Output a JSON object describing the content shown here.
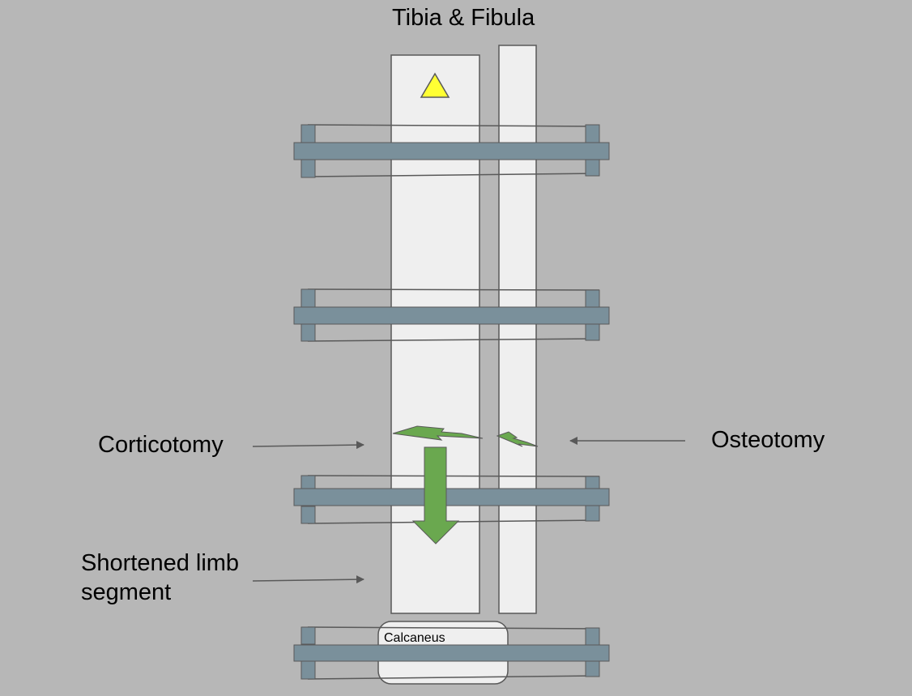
{
  "title": "Tibia & Fibula",
  "labels": {
    "corticotomy": "Corticotomy",
    "osteotomy": "Osteotomy",
    "shortened_line1": "Shortened limb",
    "shortened_line2": "segment",
    "calcaneus": "Calcaneus"
  },
  "colors": {
    "background": "#b7b7b7",
    "bone_fill": "#efefef",
    "outline": "#595959",
    "fixator_bar": "#7a909b",
    "osteotomy_mark": "#6aa84f",
    "distraction_arrow": "#6aa84f",
    "marker_triangle": "#ffff33",
    "annotation_arrow": "#595959"
  },
  "icons": {
    "marker": "triangle-marker-icon",
    "distraction": "arrow-down-icon",
    "osteotomy_cut": "zigzag-cut-icon"
  }
}
